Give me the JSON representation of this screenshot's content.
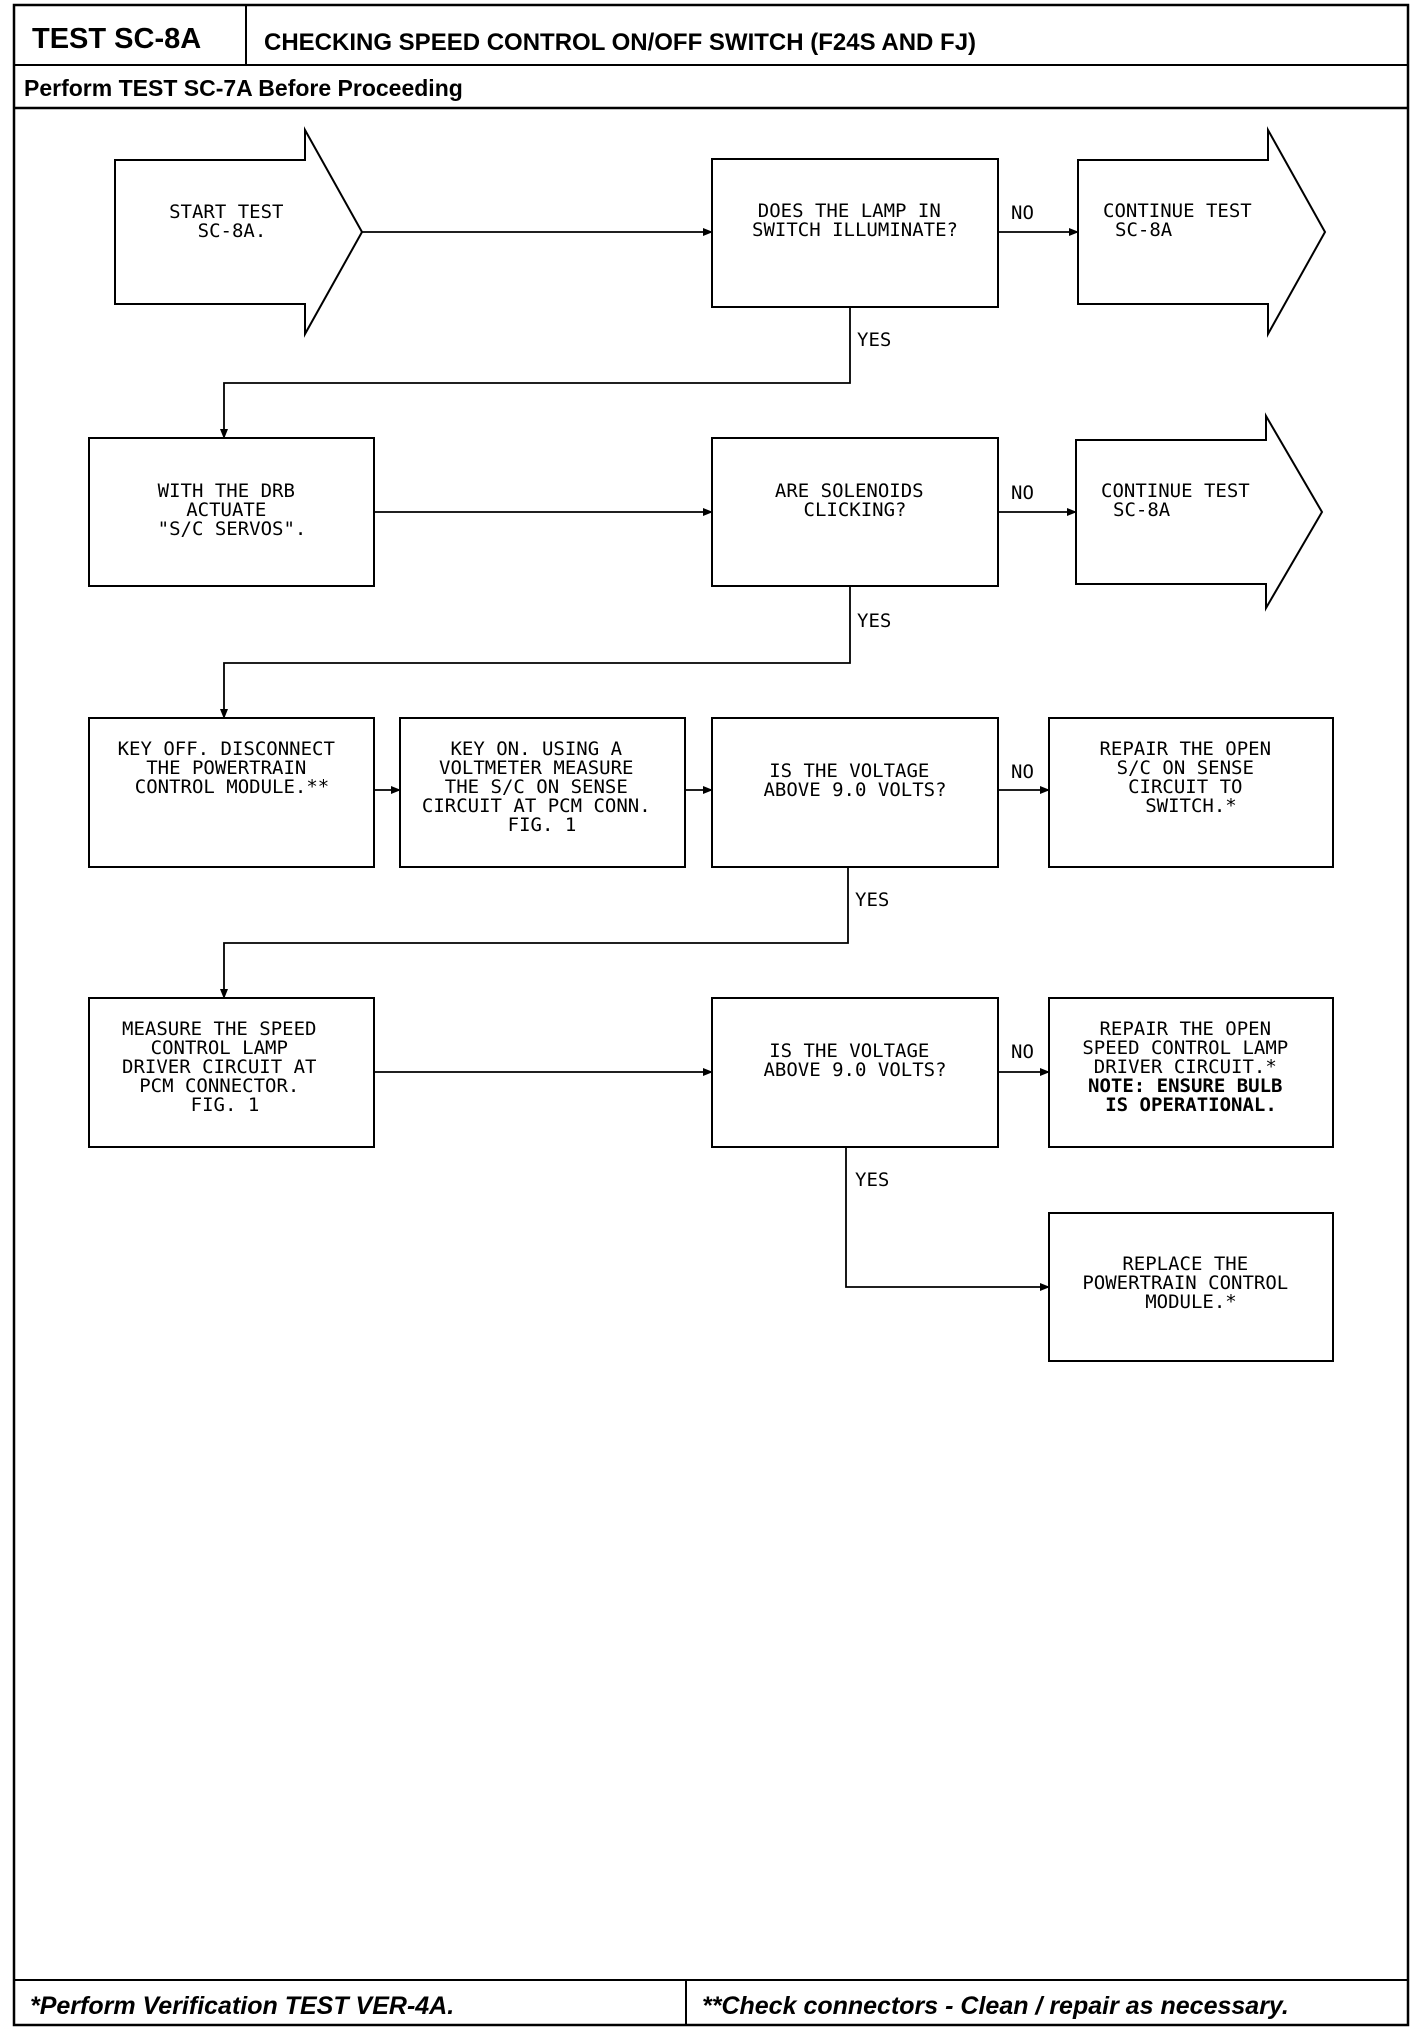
{
  "header": {
    "test_id": "TEST SC-8A",
    "title": "CHECKING SPEED CONTROL ON/OFF SWITCH (F24S AND FJ)",
    "subtitle": "Perform TEST SC-7A Before Proceeding"
  },
  "nodes": {
    "start": {
      "lines": [
        "START TEST",
        "SC-8A."
      ]
    },
    "q_lamp": {
      "lines": [
        "DOES THE LAMP IN",
        "SWITCH ILLUMINATE?"
      ]
    },
    "cont1": {
      "lines": [
        "CONTINUE TEST",
        "SC-8A"
      ]
    },
    "drb": {
      "lines": [
        "WITH THE DRB",
        "ACTUATE",
        "\"S/C SERVOS\"."
      ]
    },
    "q_sol": {
      "lines": [
        "ARE SOLENOIDS",
        "CLICKING?"
      ]
    },
    "cont2": {
      "lines": [
        "CONTINUE TEST",
        "SC-8A"
      ]
    },
    "keyoff": {
      "lines": [
        "KEY OFF. DISCONNECT",
        "THE POWERTRAIN",
        "CONTROL MODULE.**"
      ]
    },
    "keyon": {
      "lines": [
        "KEY ON. USING A",
        "VOLTMETER MEASURE",
        "THE S/C ON SENSE",
        "CIRCUIT AT PCM CONN.",
        "FIG. 1"
      ]
    },
    "q_volt1": {
      "lines": [
        "IS THE VOLTAGE",
        "ABOVE 9.0 VOLTS?"
      ]
    },
    "repair1": {
      "lines": [
        "REPAIR THE OPEN",
        "S/C ON SENSE",
        "CIRCUIT TO",
        "SWITCH.*"
      ]
    },
    "measure": {
      "lines": [
        "MEASURE THE SPEED",
        "CONTROL LAMP",
        "DRIVER CIRCUIT AT",
        "PCM CONNECTOR.",
        "FIG. 1"
      ]
    },
    "q_volt2": {
      "lines": [
        "IS THE VOLTAGE",
        "ABOVE 9.0 VOLTS?"
      ]
    },
    "repair2": {
      "lines": [
        "REPAIR THE OPEN",
        "SPEED CONTROL LAMP",
        "DRIVER CIRCUIT.*",
        "NOTE: ENSURE BULB",
        "IS OPERATIONAL."
      ]
    },
    "replace": {
      "lines": [
        "REPLACE THE",
        "POWERTRAIN CONTROL",
        "MODULE.*"
      ]
    }
  },
  "labels": {
    "no": "NO",
    "yes": "YES"
  },
  "footer": {
    "left": "*Perform Verification TEST VER-4A.",
    "right": "**Check connectors - Clean / repair as necessary."
  }
}
